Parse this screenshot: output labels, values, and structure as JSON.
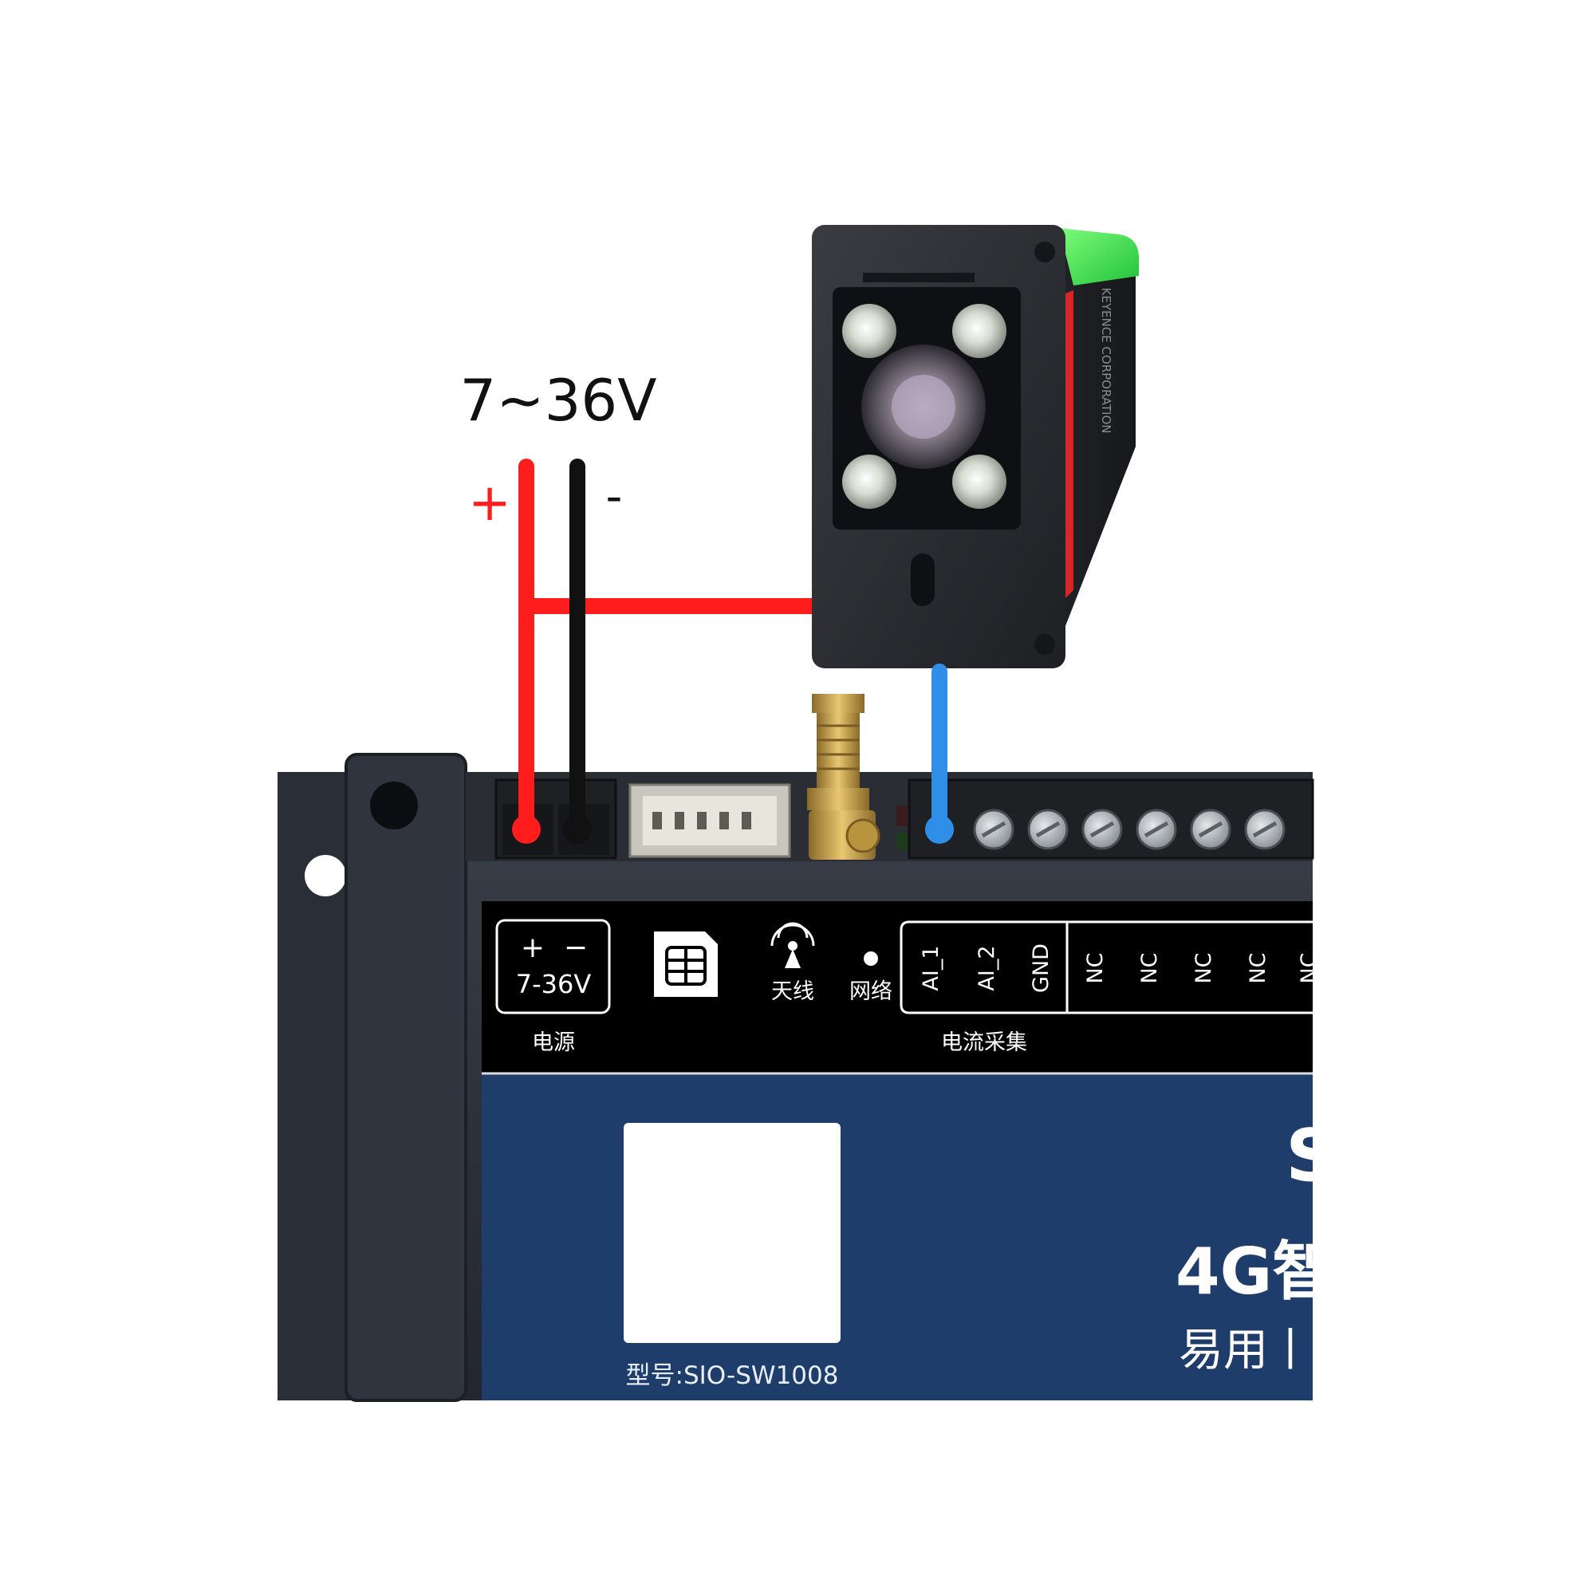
{
  "supply": {
    "voltage_label": "7~36V",
    "positive_label": "+",
    "negative_label": "-",
    "positive_color": "#ff1c1c",
    "negative_color": "#111111"
  },
  "signal_wire_color": "#2f8fe8",
  "camera": {
    "body_color": "#2b2d31",
    "status_light_color": "#39e34a",
    "side_stripe_color": "#d62828",
    "led_count": 4,
    "side_print": "KEYENCE CORPORATION"
  },
  "controller": {
    "housing_color": "#2d313b",
    "label_panel_color": "#000000",
    "brand_panel_color": "#1f3d6b",
    "power_block": {
      "plus_label": "+",
      "minus_label": "−",
      "voltage_label": "7-36V",
      "caption": "电源"
    },
    "sim_icon": "sim-card-icon",
    "antenna": {
      "icon": "antenna-icon",
      "label": "天线"
    },
    "network": {
      "icon": "status-dot-icon",
      "label": "网络"
    },
    "current_block": {
      "terminals": [
        "AI_1",
        "AI_2",
        "GND"
      ],
      "caption": "电流采集"
    },
    "nc_terminals": [
      "NC",
      "NC",
      "NC",
      "NC",
      "NC"
    ],
    "brand_letter": "S",
    "product_line": "4G智",
    "tagline": "易用丨",
    "model": "型号:SIO-SW1008"
  }
}
